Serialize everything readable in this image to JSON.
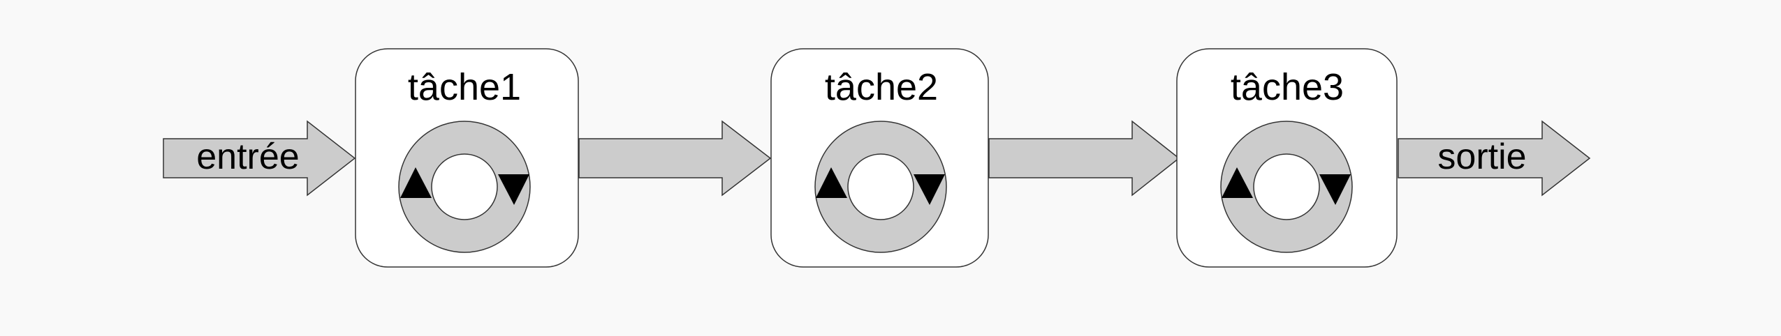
{
  "diagram": {
    "input_label": "entrée",
    "output_label": "sortie",
    "tasks": [
      {
        "title": "tâche1"
      },
      {
        "title": "tâche2"
      },
      {
        "title": "tâche3"
      }
    ]
  },
  "colors": {
    "background": "#f9f9f9",
    "arrow_fill": "#cccccc",
    "box_fill": "#ffffff",
    "stroke": "#333333",
    "ring_fill": "#cccccc",
    "triangle_fill": "#000000"
  },
  "icons": {
    "cycle": "cycle-icon",
    "arrow": "flow-arrow"
  }
}
